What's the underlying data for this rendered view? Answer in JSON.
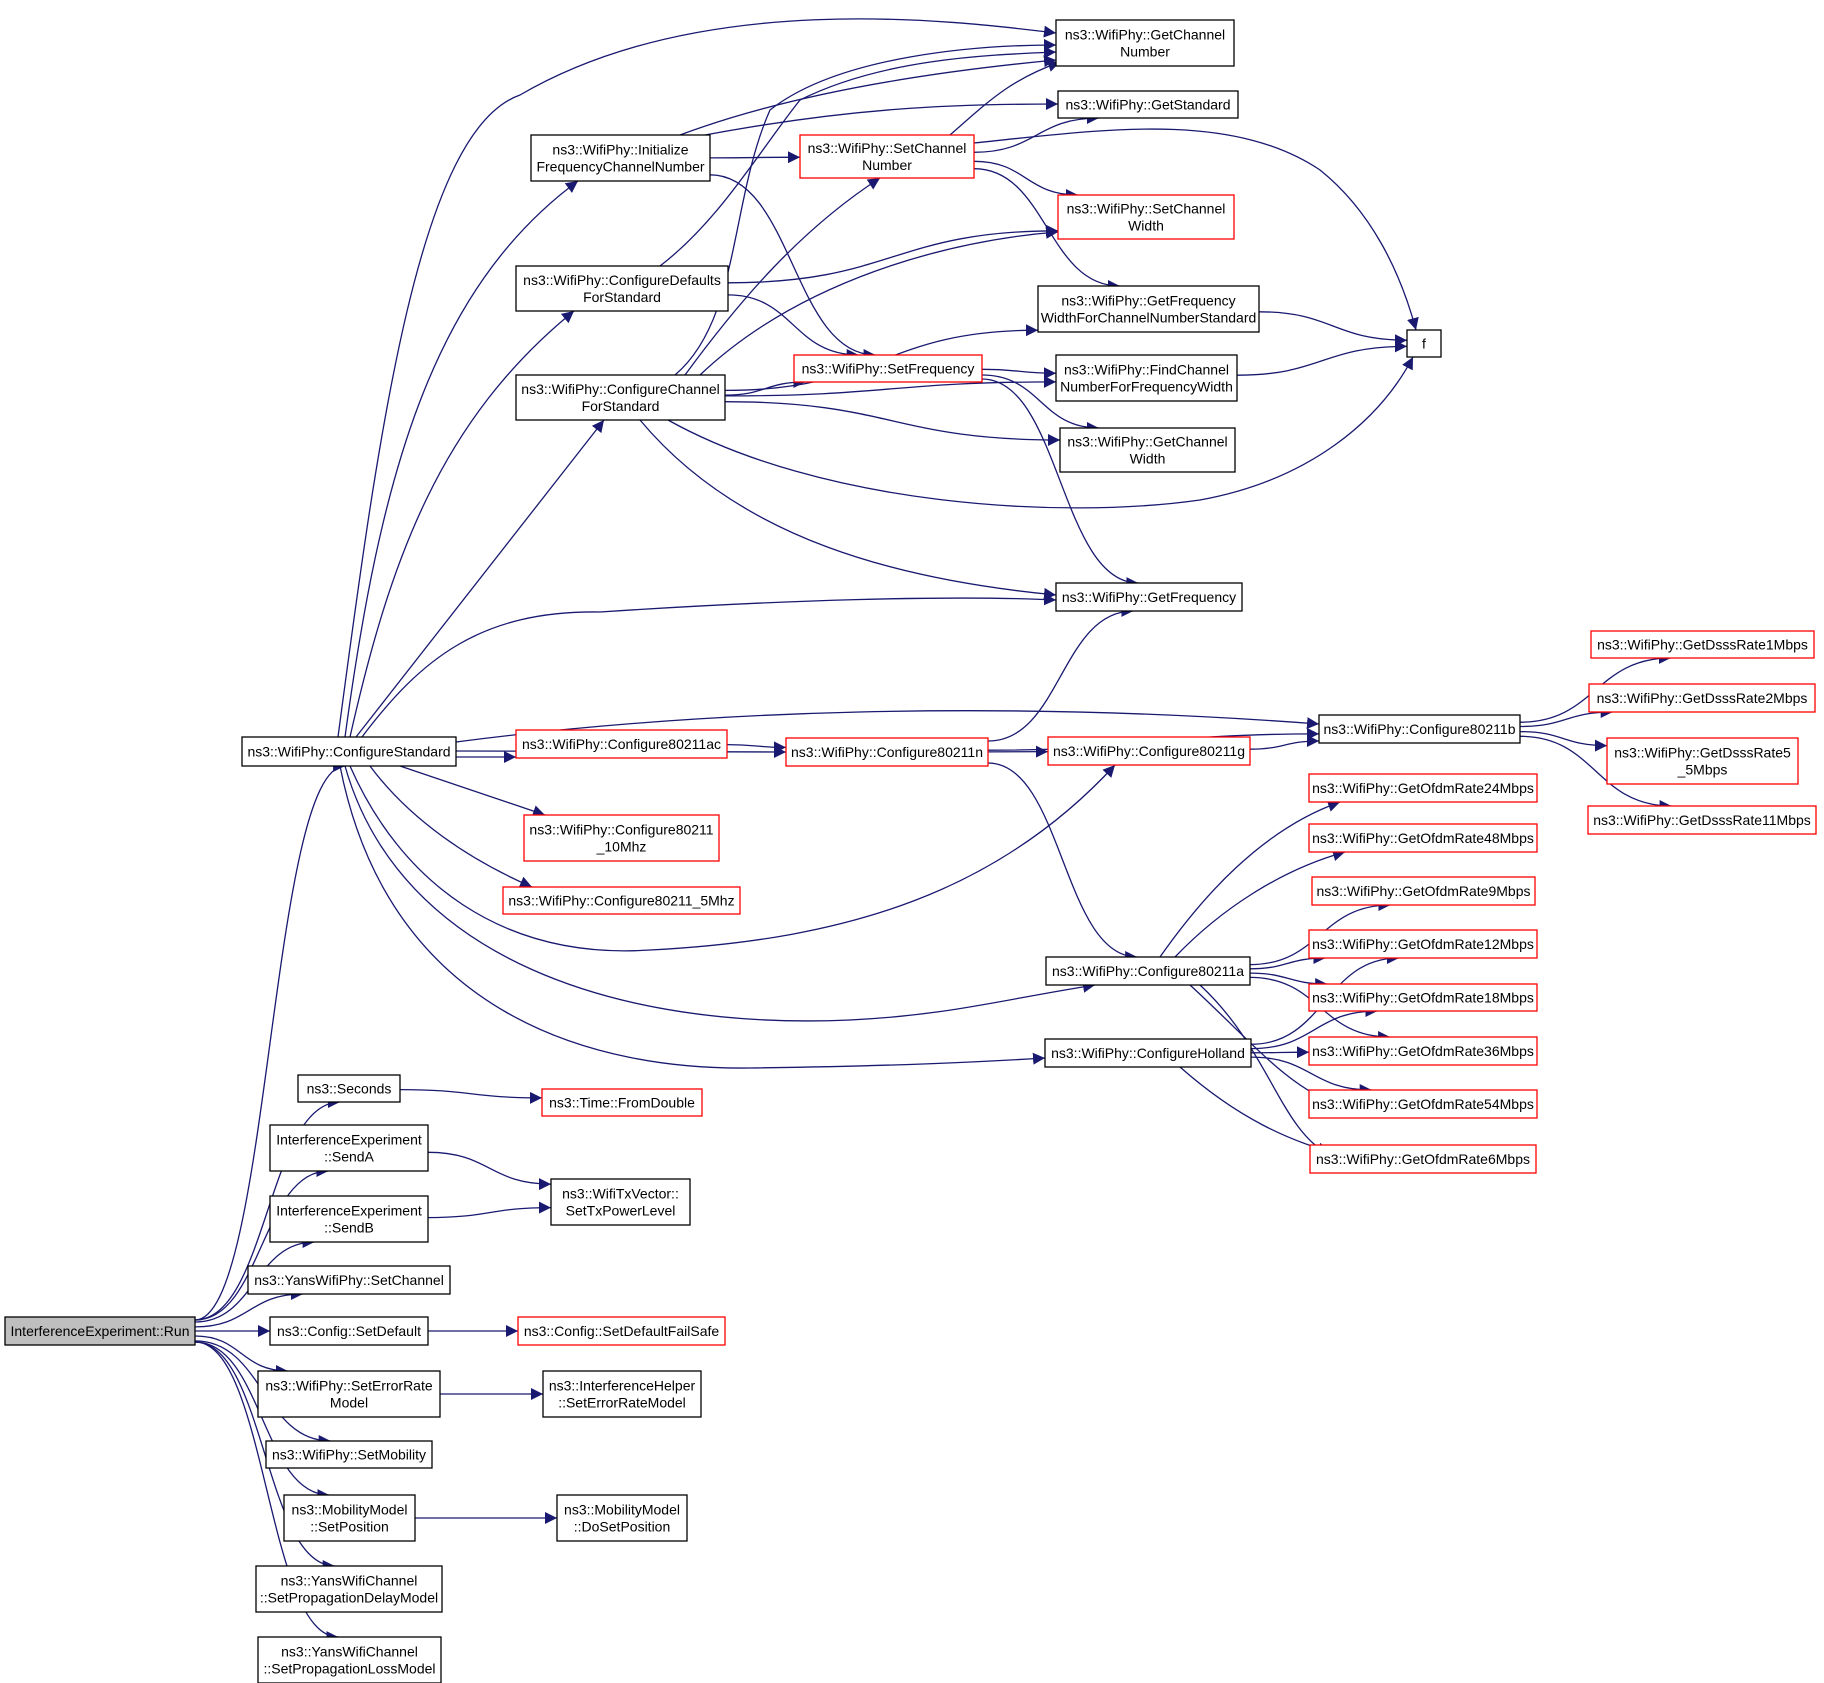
{
  "nodes": [
    {
      "id": "run",
      "lines": [
        "InterferenceExperiment::Run"
      ],
      "style": "root"
    },
    {
      "id": "cfgstd",
      "lines": [
        "ns3::WifiPhy::ConfigureStandard"
      ],
      "style": "black"
    },
    {
      "id": "seconds",
      "lines": [
        "ns3::Seconds"
      ],
      "style": "black"
    },
    {
      "id": "fromdouble",
      "lines": [
        "ns3::Time::FromDouble"
      ],
      "style": "red"
    },
    {
      "id": "senda",
      "lines": [
        "InterferenceExperiment",
        "::SendA"
      ],
      "style": "black"
    },
    {
      "id": "sendb",
      "lines": [
        "InterferenceExperiment",
        "::SendB"
      ],
      "style": "black"
    },
    {
      "id": "settxpower",
      "lines": [
        "ns3::WifiTxVector::",
        "SetTxPowerLevel"
      ],
      "style": "black"
    },
    {
      "id": "yanssetch",
      "lines": [
        "ns3::YansWifiPhy::SetChannel"
      ],
      "style": "black"
    },
    {
      "id": "cfgsetdef",
      "lines": [
        "ns3::Config::SetDefault"
      ],
      "style": "black"
    },
    {
      "id": "cfgsetdeffs",
      "lines": [
        "ns3::Config::SetDefaultFailSafe"
      ],
      "style": "red"
    },
    {
      "id": "seterm",
      "lines": [
        "ns3::WifiPhy::SetErrorRate",
        "Model"
      ],
      "style": "black"
    },
    {
      "id": "ihseterm",
      "lines": [
        "ns3::InterferenceHelper",
        "::SetErrorRateModel"
      ],
      "style": "black"
    },
    {
      "id": "setmob",
      "lines": [
        "ns3::WifiPhy::SetMobility"
      ],
      "style": "black"
    },
    {
      "id": "mmsetpos",
      "lines": [
        "ns3::MobilityModel",
        "::SetPosition"
      ],
      "style": "black"
    },
    {
      "id": "mmdosetpos",
      "lines": [
        "ns3::MobilityModel",
        "::DoSetPosition"
      ],
      "style": "black"
    },
    {
      "id": "ywcdelay",
      "lines": [
        "ns3::YansWifiChannel",
        "::SetPropagationDelayModel"
      ],
      "style": "black"
    },
    {
      "id": "ywcloss",
      "lines": [
        "ns3::YansWifiChannel",
        "::SetPropagationLossModel"
      ],
      "style": "black"
    },
    {
      "id": "initfreq",
      "lines": [
        "ns3::WifiPhy::Initialize",
        "FrequencyChannelNumber"
      ],
      "style": "black"
    },
    {
      "id": "cfgdefaults",
      "lines": [
        "ns3::WifiPhy::ConfigureDefaults",
        "ForStandard"
      ],
      "style": "black"
    },
    {
      "id": "cfgchannel",
      "lines": [
        "ns3::WifiPhy::ConfigureChannel",
        "ForStandard"
      ],
      "style": "black"
    },
    {
      "id": "getchnum",
      "lines": [
        "ns3::WifiPhy::GetChannel",
        "Number"
      ],
      "style": "black"
    },
    {
      "id": "getstd",
      "lines": [
        "ns3::WifiPhy::GetStandard"
      ],
      "style": "black"
    },
    {
      "id": "setchnum",
      "lines": [
        "ns3::WifiPhy::SetChannel",
        "Number"
      ],
      "style": "red"
    },
    {
      "id": "setchwidth",
      "lines": [
        "ns3::WifiPhy::SetChannel",
        "Width"
      ],
      "style": "red"
    },
    {
      "id": "getfreqwidth",
      "lines": [
        "ns3::WifiPhy::GetFrequency",
        "WidthForChannelNumberStandard"
      ],
      "style": "black"
    },
    {
      "id": "f",
      "lines": [
        "f"
      ],
      "style": "black"
    },
    {
      "id": "setfreq",
      "lines": [
        "ns3::WifiPhy::SetFrequency"
      ],
      "style": "red"
    },
    {
      "id": "findch",
      "lines": [
        "ns3::WifiPhy::FindChannel",
        "NumberForFrequencyWidth"
      ],
      "style": "black"
    },
    {
      "id": "getchwidth",
      "lines": [
        "ns3::WifiPhy::GetChannel",
        "Width"
      ],
      "style": "black"
    },
    {
      "id": "getfreq",
      "lines": [
        "ns3::WifiPhy::GetFrequency"
      ],
      "style": "black"
    },
    {
      "id": "c80211n",
      "lines": [
        "ns3::WifiPhy::Configure80211n"
      ],
      "style": "red"
    },
    {
      "id": "c80211ac",
      "lines": [
        "ns3::WifiPhy::Configure80211ac"
      ],
      "style": "red"
    },
    {
      "id": "c10mhz",
      "lines": [
        "ns3::WifiPhy::Configure80211",
        "_10Mhz"
      ],
      "style": "red"
    },
    {
      "id": "c5mhz",
      "lines": [
        "ns3::WifiPhy::Configure80211_5Mhz"
      ],
      "style": "red"
    },
    {
      "id": "c80211g",
      "lines": [
        "ns3::WifiPhy::Configure80211g"
      ],
      "style": "red"
    },
    {
      "id": "c80211b",
      "lines": [
        "ns3::WifiPhy::Configure80211b"
      ],
      "style": "black"
    },
    {
      "id": "c80211a",
      "lines": [
        "ns3::WifiPhy::Configure80211a"
      ],
      "style": "black"
    },
    {
      "id": "holland",
      "lines": [
        "ns3::WifiPhy::ConfigureHolland"
      ],
      "style": "black"
    },
    {
      "id": "dsss1",
      "lines": [
        "ns3::WifiPhy::GetDsssRate1Mbps"
      ],
      "style": "red"
    },
    {
      "id": "dsss2",
      "lines": [
        "ns3::WifiPhy::GetDsssRate2Mbps"
      ],
      "style": "red"
    },
    {
      "id": "dsss55",
      "lines": [
        "ns3::WifiPhy::GetDsssRate5",
        "_5Mbps"
      ],
      "style": "red"
    },
    {
      "id": "dsss11",
      "lines": [
        "ns3::WifiPhy::GetDsssRate11Mbps"
      ],
      "style": "red"
    },
    {
      "id": "ofdm24",
      "lines": [
        "ns3::WifiPhy::GetOfdmRate24Mbps"
      ],
      "style": "red"
    },
    {
      "id": "ofdm48",
      "lines": [
        "ns3::WifiPhy::GetOfdmRate48Mbps"
      ],
      "style": "red"
    },
    {
      "id": "ofdm9",
      "lines": [
        "ns3::WifiPhy::GetOfdmRate9Mbps"
      ],
      "style": "red"
    },
    {
      "id": "ofdm12",
      "lines": [
        "ns3::WifiPhy::GetOfdmRate12Mbps"
      ],
      "style": "red"
    },
    {
      "id": "ofdm18",
      "lines": [
        "ns3::WifiPhy::GetOfdmRate18Mbps"
      ],
      "style": "red"
    },
    {
      "id": "ofdm36",
      "lines": [
        "ns3::WifiPhy::GetOfdmRate36Mbps"
      ],
      "style": "red"
    },
    {
      "id": "ofdm54",
      "lines": [
        "ns3::WifiPhy::GetOfdmRate54Mbps"
      ],
      "style": "red"
    },
    {
      "id": "ofdm6",
      "lines": [
        "ns3::WifiPhy::GetOfdmRate6Mbps"
      ],
      "style": "red"
    }
  ],
  "edges": [
    [
      "run",
      "cfgstd"
    ],
    [
      "run",
      "seconds"
    ],
    [
      "run",
      "senda"
    ],
    [
      "run",
      "sendb"
    ],
    [
      "run",
      "yanssetch"
    ],
    [
      "run",
      "cfgsetdef"
    ],
    [
      "run",
      "seterm"
    ],
    [
      "run",
      "setmob"
    ],
    [
      "run",
      "mmsetpos"
    ],
    [
      "run",
      "ywcdelay"
    ],
    [
      "run",
      "ywcloss"
    ],
    [
      "seconds",
      "fromdouble"
    ],
    [
      "senda",
      "settxpower"
    ],
    [
      "sendb",
      "settxpower"
    ],
    [
      "cfgsetdef",
      "cfgsetdeffs"
    ],
    [
      "seterm",
      "ihseterm"
    ],
    [
      "mmsetpos",
      "mmdosetpos"
    ],
    [
      "cfgstd",
      "getchnum"
    ],
    [
      "cfgstd",
      "initfreq"
    ],
    [
      "cfgstd",
      "cfgdefaults"
    ],
    [
      "cfgstd",
      "cfgchannel"
    ],
    [
      "cfgstd",
      "getfreq"
    ],
    [
      "cfgstd",
      "c80211b"
    ],
    [
      "cfgstd",
      "c80211n"
    ],
    [
      "cfgstd",
      "c80211ac"
    ],
    [
      "cfgstd",
      "c10mhz"
    ],
    [
      "cfgstd",
      "c5mhz"
    ],
    [
      "cfgstd",
      "c80211g"
    ],
    [
      "cfgstd",
      "c80211a"
    ],
    [
      "cfgstd",
      "holland"
    ],
    [
      "initfreq",
      "getchnum"
    ],
    [
      "initfreq",
      "getstd"
    ],
    [
      "initfreq",
      "setchnum"
    ],
    [
      "initfreq",
      "setfreq"
    ],
    [
      "cfgdefaults",
      "getchnum"
    ],
    [
      "cfgdefaults",
      "setchwidth"
    ],
    [
      "cfgdefaults",
      "setfreq"
    ],
    [
      "cfgchannel",
      "getchnum"
    ],
    [
      "cfgchannel",
      "setchnum"
    ],
    [
      "cfgchannel",
      "setchwidth"
    ],
    [
      "cfgchannel",
      "getfreqwidth"
    ],
    [
      "cfgchannel",
      "setfreq"
    ],
    [
      "cfgchannel",
      "findch"
    ],
    [
      "cfgchannel",
      "getchwidth"
    ],
    [
      "cfgchannel",
      "f"
    ],
    [
      "cfgchannel",
      "getfreq"
    ],
    [
      "setchnum",
      "getchnum"
    ],
    [
      "setchnum",
      "getstd"
    ],
    [
      "setchnum",
      "setchwidth"
    ],
    [
      "setchnum",
      "getfreqwidth"
    ],
    [
      "setchnum",
      "f"
    ],
    [
      "getfreqwidth",
      "f"
    ],
    [
      "findch",
      "f"
    ],
    [
      "setfreq",
      "findch"
    ],
    [
      "setfreq",
      "getchwidth"
    ],
    [
      "setfreq",
      "getfreq"
    ],
    [
      "c80211ac",
      "c80211n"
    ],
    [
      "c80211n",
      "getfreq"
    ],
    [
      "c80211n",
      "c80211b"
    ],
    [
      "c80211n",
      "c80211g"
    ],
    [
      "c80211n",
      "c80211a"
    ],
    [
      "c80211g",
      "c80211b"
    ],
    [
      "c80211b",
      "dsss1"
    ],
    [
      "c80211b",
      "dsss2"
    ],
    [
      "c80211b",
      "dsss55"
    ],
    [
      "c80211b",
      "dsss11"
    ],
    [
      "c80211a",
      "ofdm24"
    ],
    [
      "c80211a",
      "ofdm48"
    ],
    [
      "c80211a",
      "ofdm9"
    ],
    [
      "c80211a",
      "ofdm12"
    ],
    [
      "c80211a",
      "ofdm18"
    ],
    [
      "c80211a",
      "ofdm36"
    ],
    [
      "c80211a",
      "ofdm54"
    ],
    [
      "c80211a",
      "ofdm6"
    ],
    [
      "holland",
      "ofdm12"
    ],
    [
      "holland",
      "ofdm18"
    ],
    [
      "holland",
      "ofdm36"
    ],
    [
      "holland",
      "ofdm54"
    ],
    [
      "holland",
      "ofdm6"
    ]
  ],
  "colors": {
    "edge": "#191970",
    "border_black": "#000000",
    "border_red": "#ff0000",
    "root_fill": "#bfbfbf",
    "node_fill": "#ffffff",
    "text": "#000000"
  }
}
